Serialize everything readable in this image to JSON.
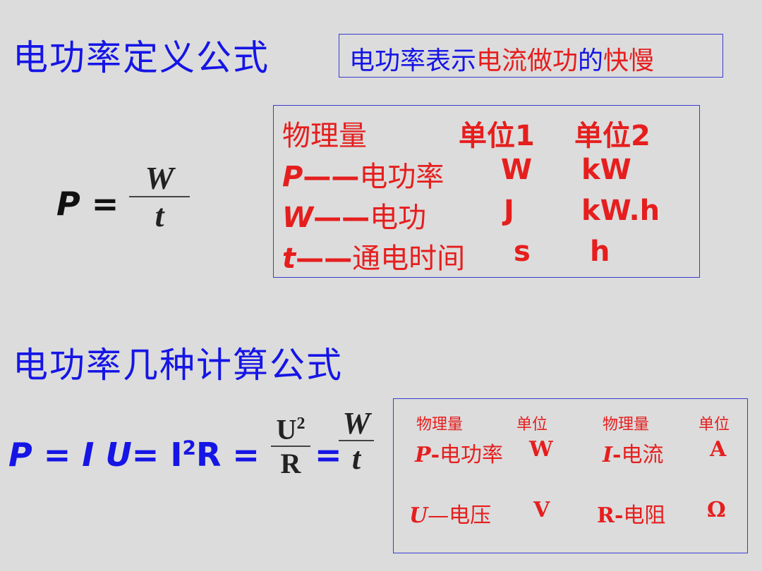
{
  "title1": "电功率定义公式",
  "defbox": {
    "part1": "电功率表示",
    "part2": "电流做功",
    "part3": "的",
    "part4": "快慢"
  },
  "formula1": {
    "lhs": "P =",
    "num": "W",
    "den": "t"
  },
  "table1": {
    "header": [
      "物理量",
      "单位1",
      "单位2"
    ],
    "rows": [
      {
        "sym": "P",
        "dash": "——",
        "name": "电功率",
        "u1": "W",
        "u2": "kW"
      },
      {
        "sym": "W",
        "dash": "——",
        "name": "电功",
        "u1": "J",
        "u2": "kW.h"
      },
      {
        "sym": "t",
        "dash": "——",
        "name": "通电时间",
        "u1": "s",
        "u2": "h"
      }
    ]
  },
  "title2": "电功率几种计算公式",
  "formula2": {
    "p1": "P = ",
    "p2": "I",
    "p3": " ",
    "p4": "U",
    "p5": "= I",
    "p6": "2",
    "p7": "R =",
    "frac1_num": "U",
    "frac1_sup": "2",
    "frac1_den": "R",
    "p8": "=",
    "frac2_num": "W",
    "frac2_den": "t"
  },
  "table2": {
    "headers": [
      "物理量",
      "单位",
      "物理量",
      "单位"
    ],
    "rows": [
      {
        "sym1": "P",
        "sep1": "-",
        "name1": "电功率",
        "u1": "W",
        "sym2": "I",
        "sep2": "-",
        "name2": "电流",
        "u2": "A"
      },
      {
        "sym1": "U",
        "sep1": "—",
        "name1": "电压",
        "u1": "V",
        "sym2": "R",
        "sep2": "-",
        "name2": "电阻",
        "u2": "Ω"
      }
    ]
  }
}
